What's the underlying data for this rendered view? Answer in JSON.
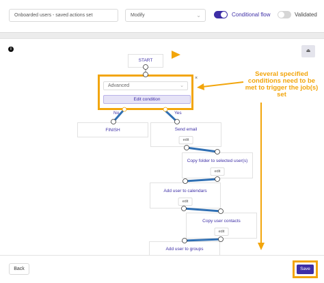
{
  "header": {
    "name_value": "Onboarded users - saved actions set",
    "mode_value": "Modify",
    "conditional_flow_label": "Conditional flow",
    "validated_label": "Validated"
  },
  "canvas": {
    "info_glyph": "i",
    "start_label": "START",
    "condition": {
      "select_value": "Advanced",
      "edit_label": "Edit condition",
      "close_glyph": "×"
    },
    "no_label": "No",
    "yes_label": "Yes",
    "finish_label": "FINISH",
    "steps": [
      {
        "title": "Send email",
        "edit_label": "edit"
      },
      {
        "title": "Copy folder to selected user(s)",
        "edit_label": "edit"
      },
      {
        "title": "Add user to calendars",
        "edit_label": "edit"
      },
      {
        "title": "Copy user contacts",
        "edit_label": "edit"
      },
      {
        "title": "Add user to groups"
      }
    ]
  },
  "annotation": {
    "text": "Several specified conditions need to be met to trigger the job(s) set"
  },
  "footer": {
    "back_label": "Back",
    "save_label": "Save"
  },
  "colors": {
    "accent": "#3d2ea6",
    "highlight": "#f2a50b",
    "connector": "#2f6fb3"
  },
  "icons": [
    "info-icon",
    "fit-view-icon",
    "chevron-down-icon",
    "close-icon",
    "arrow-icon"
  ]
}
